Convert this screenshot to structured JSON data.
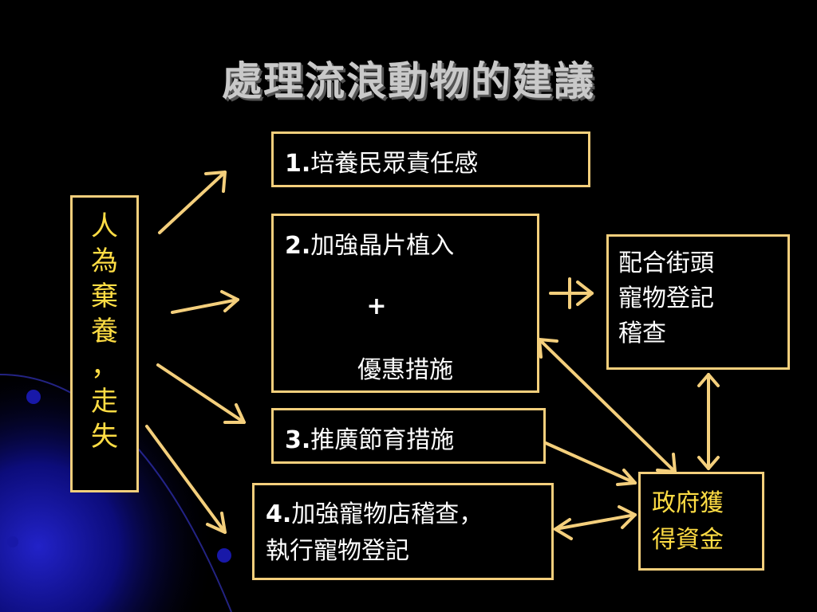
{
  "title": "處理流浪動物的建議",
  "cause_box": {
    "chars": [
      "人",
      "為",
      "棄",
      "養",
      "，",
      "走",
      "失"
    ]
  },
  "suggestions": [
    {
      "num": "1.",
      "text": "培養民眾責任感"
    },
    {
      "num": "2.",
      "text": "加強晶片植入",
      "plus": "+",
      "text2": "優惠措施"
    },
    {
      "num": "3.",
      "text": "推廣節育措施"
    },
    {
      "num": "4.",
      "text": "加強寵物店稽查，",
      "text2": "執行寵物登記"
    }
  ],
  "side_box": {
    "lines": [
      "配合街頭",
      "寵物登記",
      "稽查"
    ]
  },
  "fund_box": {
    "lines": [
      "政府獲",
      "得資金"
    ]
  },
  "colors": {
    "border": "#f4cf7c",
    "arrow": "#f4cf7c",
    "vertical_text": "#ffdd44",
    "title": "#c9c9c9",
    "background": "#000000",
    "decoration": "#1a1aa0"
  }
}
